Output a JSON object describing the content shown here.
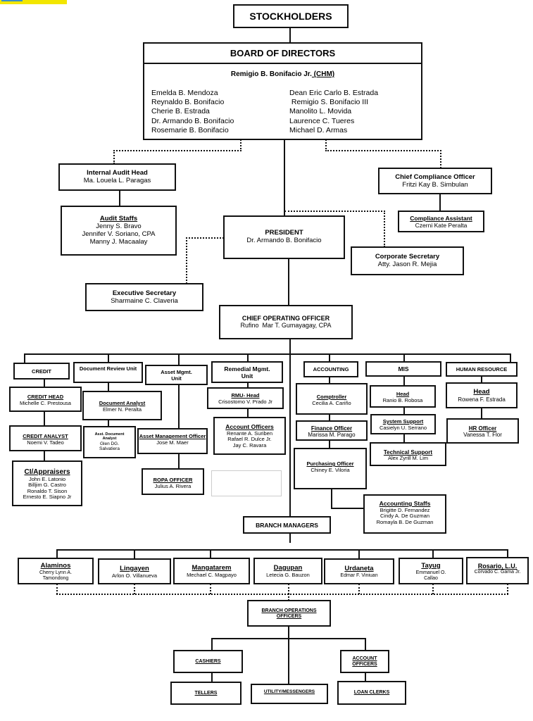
{
  "stockholders": "STOCKHOLDERS",
  "board": {
    "title": "BOARD OF DIRECTORS",
    "chair_name": "Remigio B. Bonifacio Jr.",
    "chair_tag": " (CHM)",
    "left": [
      "Emelda B. Mendoza",
      "Reynaldo B. Bonifacio",
      "Cherie B.  Estrada",
      "Dr. Armando B. Bonifacio",
      "Rosemarie B. Bonifacio"
    ],
    "right": [
      "Dean Eric Carlo B. Estrada",
      " Remigio S. Bonifacio III",
      "Manolito L. Movida",
      "Laurence C. Tueres",
      "Michael D. Armas"
    ]
  },
  "audit_head": {
    "title": "Internal Audit Head",
    "name": "Ma. Louela L. Paragas"
  },
  "audit_staffs": {
    "title": "Audit Staffs",
    "names": [
      "Jenny S. Bravo",
      "Jennifer V. Soriano, CPA",
      "Manny J. Macaalay"
    ]
  },
  "compliance": {
    "title": "Chief Compliance Officer",
    "name": "Fritzi Kay B. Simbulan"
  },
  "compliance_asst": {
    "title": "Compliance Assistant",
    "name": "Czerni Kate Peralta"
  },
  "president": {
    "title": "PRESIDENT",
    "name": "Dr. Armando B. Bonifacio"
  },
  "corp_sec": {
    "title": "Corporate Secretary",
    "name": "Atty. Jason R.  Mejia"
  },
  "exec_sec": {
    "title": "Executive Secretary",
    "name": "Sharmaine C. Claveria"
  },
  "coo": {
    "title": "CHIEF OPERATING OFFICER",
    "name": "Rufino  Mar T. Gumayagay, CPA"
  },
  "units": {
    "credit": "CREDIT",
    "doc_review": "Document Review Unit",
    "asset_mgmt": "Asset Mgmt. Unit",
    "remedial": "Remedial Mgmt. Unit",
    "accounting": "ACCOUNTING",
    "mis": "MIS",
    "hr": "HUMAN RESOURCE"
  },
  "credit_head": {
    "title": "CREDIT HEAD",
    "name": "Michelle C. Prestousa"
  },
  "credit_analyst": {
    "title": "CREDIT ANALYST",
    "name": "Noemi V. Tadeo"
  },
  "ci_appraisers": {
    "title": "CI/Appraisers",
    "names": [
      "John E. Latonio",
      "Billjim G. Castro",
      "Ronaldo T. Sison",
      "Ernesto E. Siapno Jr"
    ]
  },
  "doc_analyst": {
    "title": "Document Analyst",
    "name": "Elmer N. Peralta"
  },
  "asst_doc_analyst": {
    "title": "Asst. Document Analyst",
    "names": [
      "Glen DG.",
      "Salvatiera"
    ]
  },
  "asset_officer": {
    "title": "Asset Management Officer",
    "name": "Jose M. Maer"
  },
  "ropa_officer": {
    "title": "ROPA OFFICER",
    "name": "Julius A. Rivera"
  },
  "rmu_head": {
    "title": "RMU- Head",
    "name": "Crisostomo V. Prado Jr"
  },
  "account_officers": {
    "title": "Account Officers",
    "names": [
      "Renante A. Suriben",
      "Rafael R. Dulce Jr.",
      "Jay C. Ravara"
    ]
  },
  "comptroller": {
    "title": "Comptroller",
    "name": "Cecilia A. Cariño"
  },
  "finance_officer": {
    "title": "Finance Officer",
    "name": "Marissa M. Parago"
  },
  "purchasing_officer": {
    "title": "Purchasing Officer",
    "name": "Chiney E. Viloria"
  },
  "accounting_staffs": {
    "title": "Accounting Staffs",
    "names": [
      "Brigitte D. Fernandez",
      "Cindy A. De Guzman",
      "Romayla B. De Guzman"
    ]
  },
  "mis_head": {
    "title": "Head",
    "name": "Ranio B. Robosa"
  },
  "system_support": {
    "title": "System Support",
    "name": "Casielyn U. Serrano"
  },
  "technical_support": {
    "title": "Technical Support",
    "name": "Alex Zyrill M. Lim"
  },
  "hr_head": {
    "title": "Head",
    "name": "Rowena F. Estrada"
  },
  "hr_officer": {
    "title": "HR Officer",
    "name": "Vanessa T. Flor"
  },
  "branch_managers": "BRANCH MANAGERS",
  "branches": [
    {
      "title": "Alaminos",
      "names": [
        "Cherry Lynn A.",
        "Tamondong"
      ]
    },
    {
      "title": "Lingayen",
      "names": [
        "Arlon O. Villanueva"
      ]
    },
    {
      "title": "Mangatarem",
      "names": [
        "Mechael C. Magpayo"
      ]
    },
    {
      "title": "Dagupan",
      "names": [
        "Letecia G. Bauzon"
      ]
    },
    {
      "title": "Urdaneta",
      "names": [
        "Edmar F. Viniuan"
      ]
    },
    {
      "title": "Tayug",
      "names": [
        "Emmanuel O.",
        "Callao"
      ]
    },
    {
      "title": "Rosario, L.U.",
      "names": [
        "Corvado C. Gama Jr."
      ]
    }
  ],
  "branch_ops": [
    "BRANCH OPERATIONS",
    "OFFICERS"
  ],
  "cashiers": "CASHIERS",
  "account_officers_box": [
    "ACCOUNT",
    "OFFICERS"
  ],
  "tellers": "TELLERS",
  "utility": "UTILITY/MESSENGERS",
  "loan_clerks": "LOAN CLERKS"
}
